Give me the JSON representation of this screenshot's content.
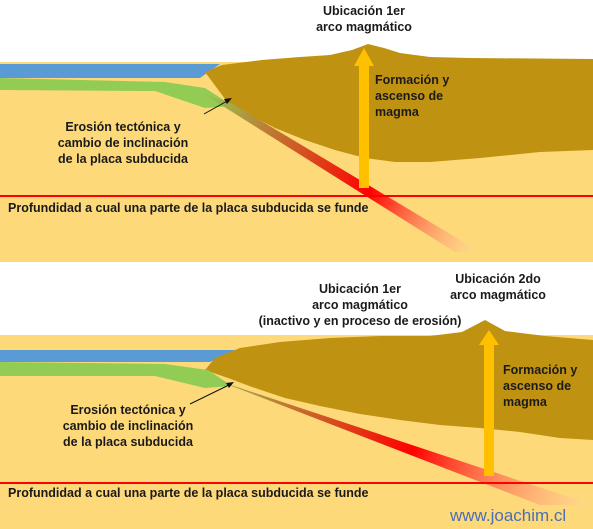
{
  "colors": {
    "sand": "#fdd97a",
    "ocean": "#5b9bd5",
    "crust": "#c09211",
    "plate_green": "#92cc55",
    "melt_red": "#ff0000",
    "arrow": "#ffc000",
    "credit": "#4a6fb5"
  },
  "top": {
    "arc_label": [
      "Ubicación 1er",
      "arco magmático"
    ],
    "magma_label": [
      "Formación y",
      "ascenso de",
      "magma"
    ],
    "erosion_label": [
      "Erosión tectónica y",
      "cambio de inclinación",
      "de la placa subducida"
    ],
    "depth_label": "Profundidad a cual una parte de la placa subducida se funde"
  },
  "bottom": {
    "arc1_label": [
      "Ubicación 1er",
      "arco magmático",
      "(inactivo y en proceso de erosión)"
    ],
    "arc2_label": [
      "Ubicación 2do",
      "arco magmático"
    ],
    "magma_label": [
      "Formación y",
      "ascenso de",
      "magma"
    ],
    "erosion_label": [
      "Erosión tectónica y",
      "cambio de inclinación",
      "de la placa subducida"
    ],
    "depth_label": "Profundidad a cual una parte de la placa subducida se funde"
  },
  "credit": "www.joachim.cl"
}
